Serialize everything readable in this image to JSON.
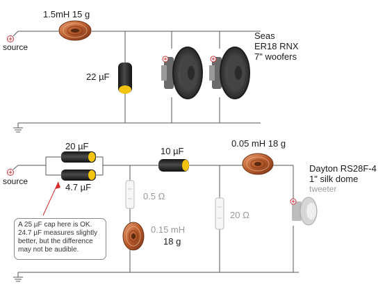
{
  "top": {
    "inductor_label": "1.5mH 15 g",
    "source_label": "source",
    "cap_label": "22 µF",
    "woofer_lines": [
      "Seas",
      "ER18 RNX",
      "7\" woofers"
    ]
  },
  "bottom": {
    "source_label": "source",
    "cap_a_label": "20 µF",
    "cap_b_label": "4.7 µF",
    "series_cap_label": "10 µF",
    "inductor_label": "0.05 mH 18 g",
    "resistor1_label": "0.5 Ω",
    "inductor2_line1": "0.15 mH",
    "inductor2_line2": "18 g",
    "resistor2_label": "20 Ω",
    "tweeter_lines": [
      "Dayton RS28F-4",
      "1\" silk dome",
      "tweeter"
    ]
  },
  "note": {
    "lines": [
      "A 25 µF cap here is OK.",
      "24.7 µF measures slightly",
      "better, but the difference",
      "may not be audible."
    ]
  },
  "colors": {
    "wire": "#555555",
    "copper": "#c0663a",
    "cap_body": "#2a2a2a",
    "cap_band": "#f2c40f",
    "woofer": "#3a3a3a",
    "pointer": "#d92b2b"
  }
}
